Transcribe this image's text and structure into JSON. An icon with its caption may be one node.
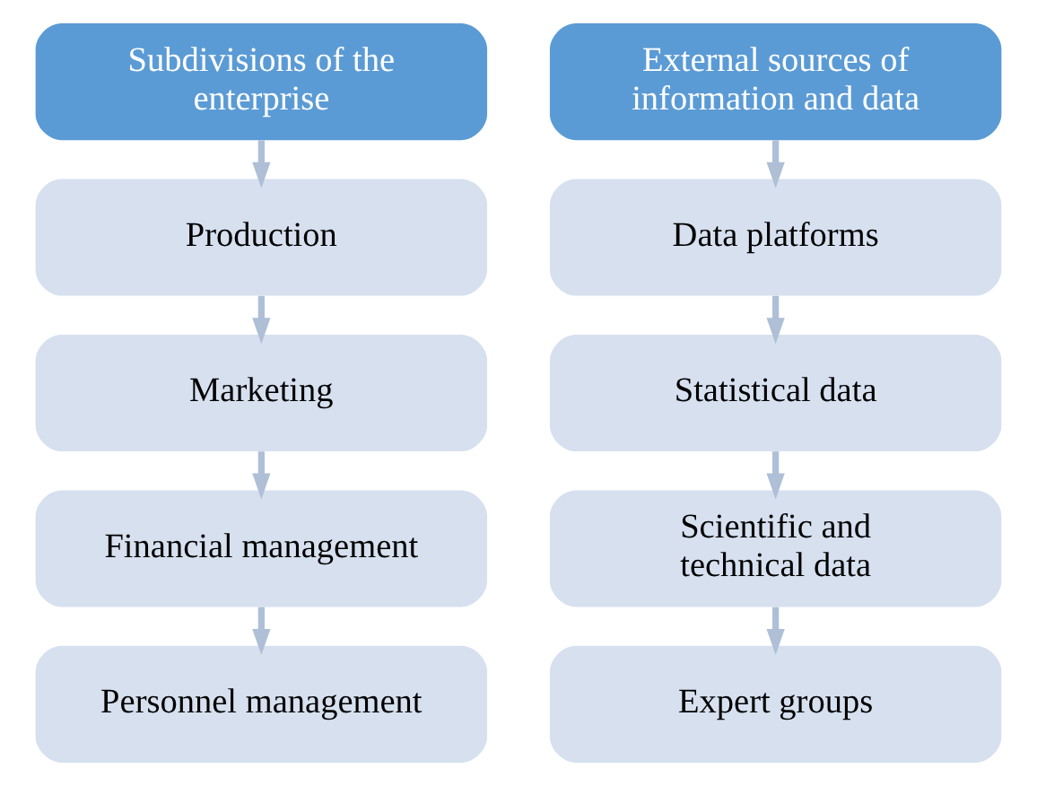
{
  "diagram": {
    "nodes": [
      {
        "text": [
          "Subdivisions of the enterprise"
        ]
      },
      {
        "text": [
          "Production"
        ]
      },
      {
        "text": [
          "Marketing"
        ]
      },
      {
        "text": [
          "Financial management"
        ]
      },
      {
        "text": [
          "Personnel management"
        ]
      },
      {
        "text": [
          "External sources of information and data"
        ]
      },
      {
        "text": [
          "Data platforms"
        ]
      },
      {
        "text": [
          "Statistical data"
        ]
      },
      {
        "text": [
          "Scientific and technical data"
        ]
      },
      {
        "text": [
          "Expert groups"
        ]
      }
    ],
    "edges": [
      {
        "from": 0,
        "to": 1,
        "arrow": "to"
      },
      {
        "from": 1,
        "to": 2,
        "arrow": "to"
      },
      {
        "from": 2,
        "to": 3,
        "arrow": "to"
      },
      {
        "from": 3,
        "to": 4,
        "arrow": "to"
      },
      {
        "from": 5,
        "to": 6,
        "arrow": "to"
      },
      {
        "from": 6,
        "to": 7,
        "arrow": "to"
      },
      {
        "from": 7,
        "to": 8,
        "arrow": "to"
      },
      {
        "from": 8,
        "to": 9,
        "arrow": "to"
      }
    ]
  }
}
